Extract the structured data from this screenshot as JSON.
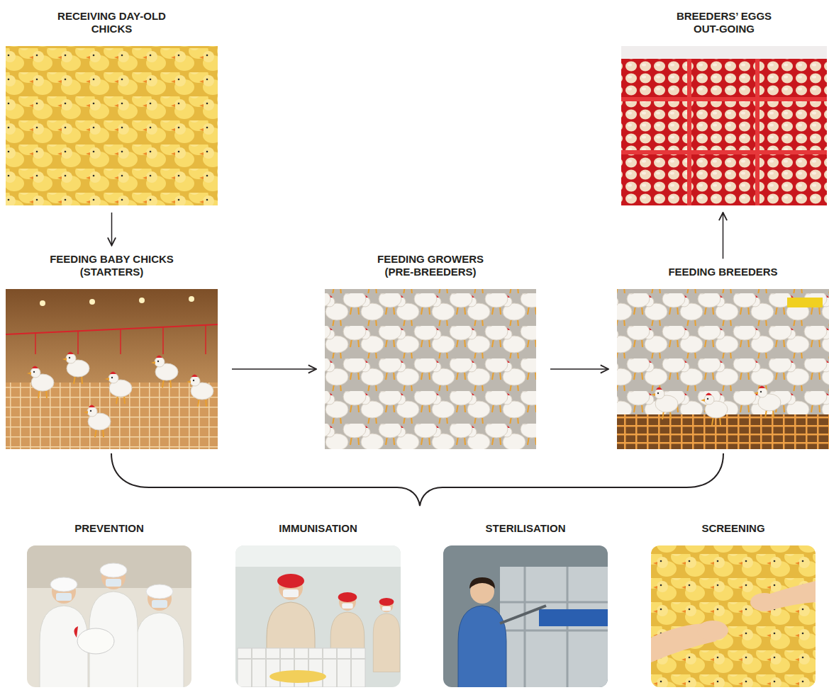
{
  "diagram": {
    "nodes": [
      {
        "text": [
          "RECEIVING DAY-OLD CHICKS"
        ]
      },
      {
        "text": [
          "BREEDERS’ EGGS OUT-GOING"
        ]
      },
      {
        "text": [
          "FEEDING BABY CHICKS (STARTERS)"
        ]
      },
      {
        "text": [
          "FEEDING GROWERS (PRE-BREEDERS)"
        ]
      },
      {
        "text": [
          "FEEDING BREEDERS"
        ]
      },
      {
        "text": [
          "PREVENTION"
        ]
      },
      {
        "text": [
          "IMMUNISATION"
        ]
      },
      {
        "text": [
          "STERILISATION"
        ]
      },
      {
        "text": [
          "SCREENING"
        ]
      }
    ],
    "edges": [
      {
        "from": 0,
        "to": 2,
        "arrow": "to"
      },
      {
        "from": 2,
        "to": 3,
        "arrow": "to"
      },
      {
        "from": 3,
        "to": 4,
        "arrow": "to"
      },
      {
        "from": 4,
        "to": 1,
        "arrow": "to"
      }
    ]
  }
}
